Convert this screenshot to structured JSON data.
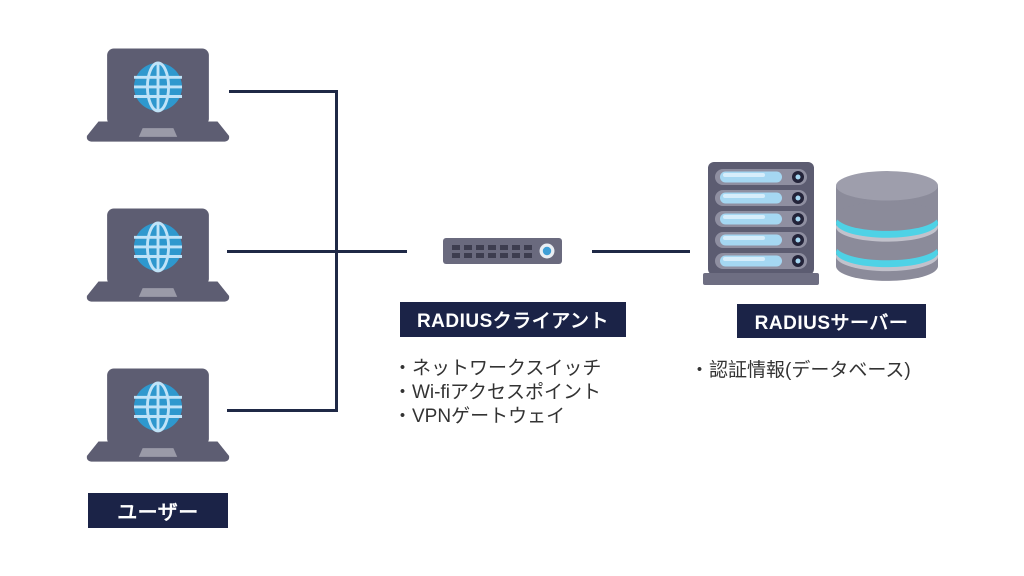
{
  "labels": {
    "radius_client": "RADIUSクライアント",
    "radius_server": "RADIUSサーバー",
    "users": "ユーザー"
  },
  "client_notes": [
    "・ネットワークスイッチ",
    "・Wi-fiアクセスポイント",
    "・VPNゲートウェイ"
  ],
  "server_notes": [
    "・認証情報(データベース)"
  ],
  "icons": {
    "laptops": [
      "laptop-globe-icon",
      "laptop-globe-icon",
      "laptop-globe-icon"
    ],
    "network_switch": "network-switch-icon",
    "server_rack": "server-rack-icon",
    "database": "database-icon"
  },
  "colors": {
    "background": "#ffffff",
    "label_bg": "#1b2347",
    "label_text": "#ffffff",
    "connector_line": "#1f2946",
    "device_body": "#5d5d72",
    "screen_blue_light": "#d3ecfc",
    "screen_blue": "#aad9f5",
    "globe_blue": "#2e98ce",
    "switch_body": "#6a6a7e",
    "switch_ports": "#3d3d4f",
    "indicator_blue": "#3f9fd6",
    "rack_bay": "#8f8fa1",
    "rack_pill_blue": "#a5d7f2",
    "database_gray": "#8b8b9a",
    "database_top": "#9e9eac",
    "database_stripe_cyan": "#4ed2e6",
    "note_text": "#333333"
  }
}
